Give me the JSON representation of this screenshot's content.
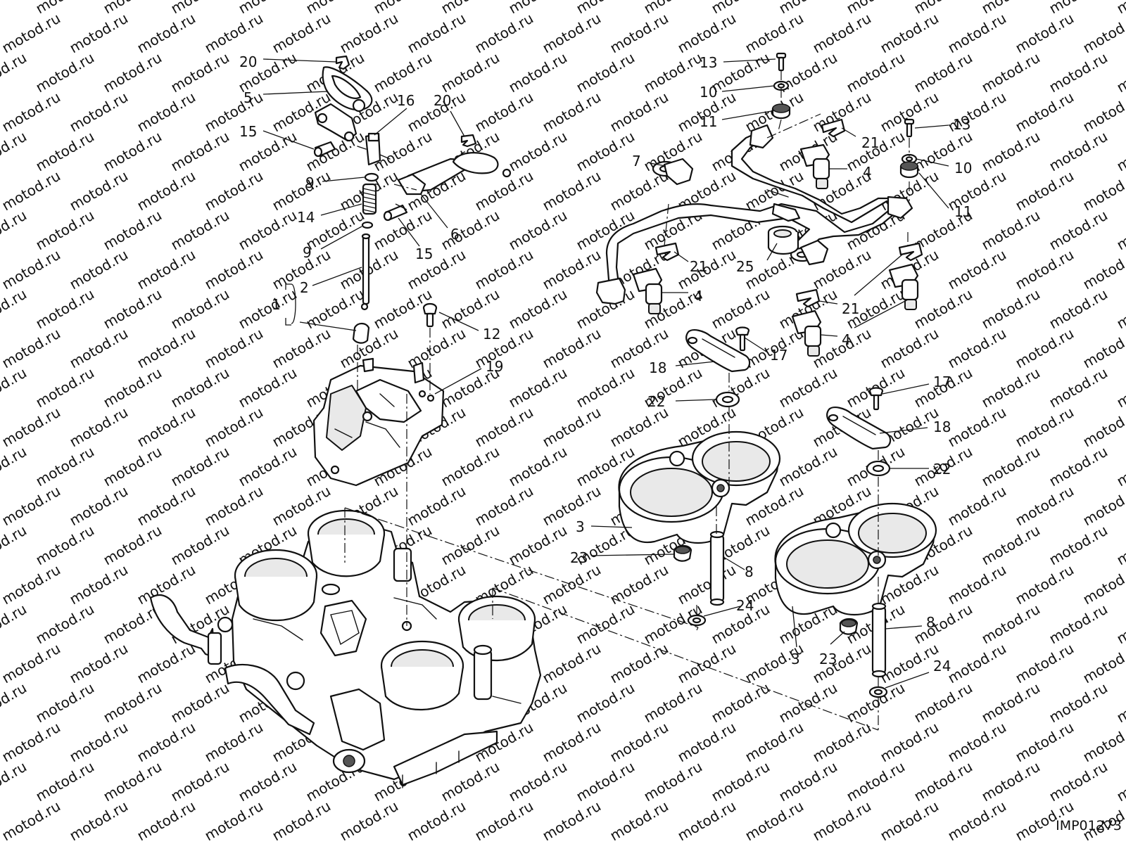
{
  "watermark": "motod.ru",
  "document_code": "IMP01273",
  "callouts": [
    "20",
    "5",
    "15",
    "16",
    "20",
    "9",
    "14",
    "9",
    "6",
    "15",
    "2",
    "1",
    "12",
    "19",
    "13",
    "10",
    "11",
    "7",
    "21",
    "4",
    "13",
    "10",
    "11",
    "21",
    "25",
    "4",
    "21",
    "4",
    "17",
    "18",
    "22",
    "17",
    "18",
    "22",
    "3",
    "23",
    "8",
    "24",
    "3",
    "23",
    "8",
    "24"
  ]
}
